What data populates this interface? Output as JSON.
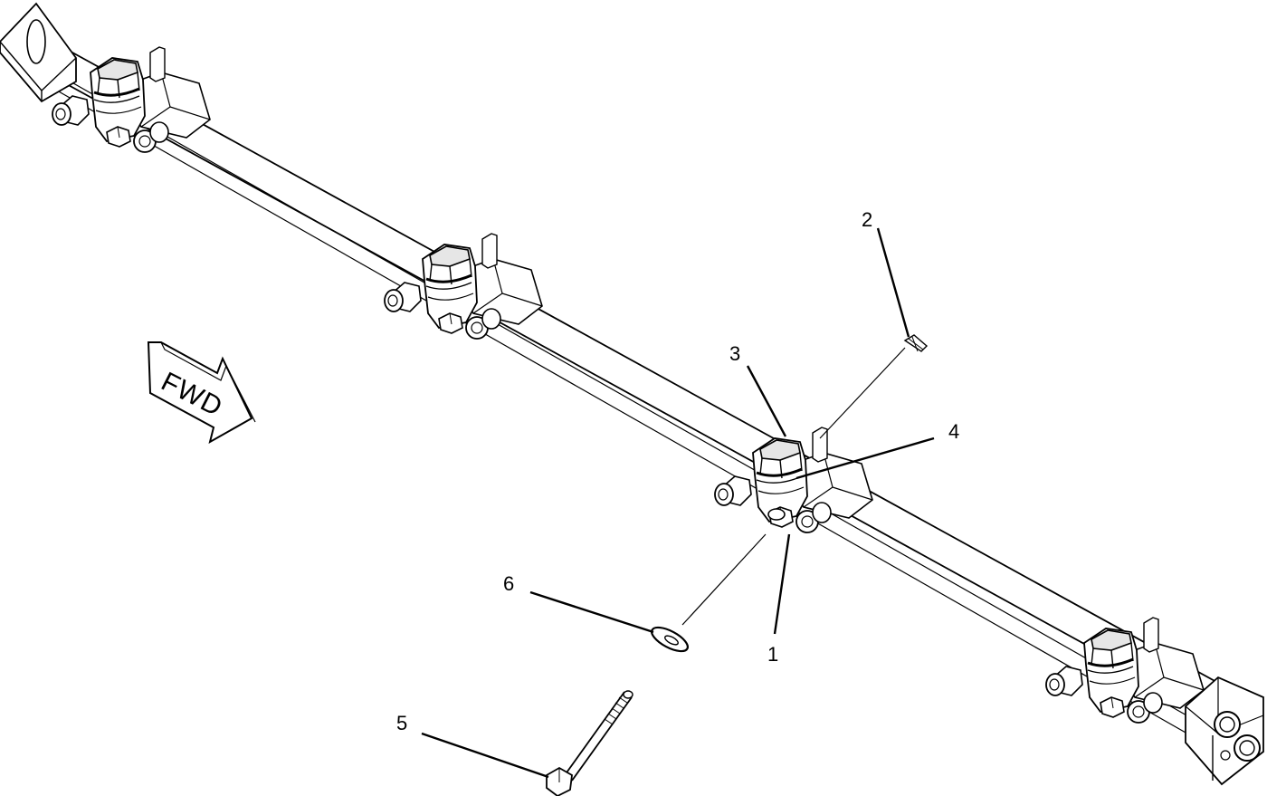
{
  "diagram": {
    "direction_label": "FWD",
    "callouts": [
      {
        "id": "1",
        "label": "1"
      },
      {
        "id": "2",
        "label": "2"
      },
      {
        "id": "3",
        "label": "3"
      },
      {
        "id": "4",
        "label": "4"
      },
      {
        "id": "5",
        "label": "5"
      },
      {
        "id": "6",
        "label": "6"
      }
    ]
  },
  "colors": {
    "line": "#000000",
    "fill": "#ffffff",
    "shade": "#e6e6e6"
  }
}
